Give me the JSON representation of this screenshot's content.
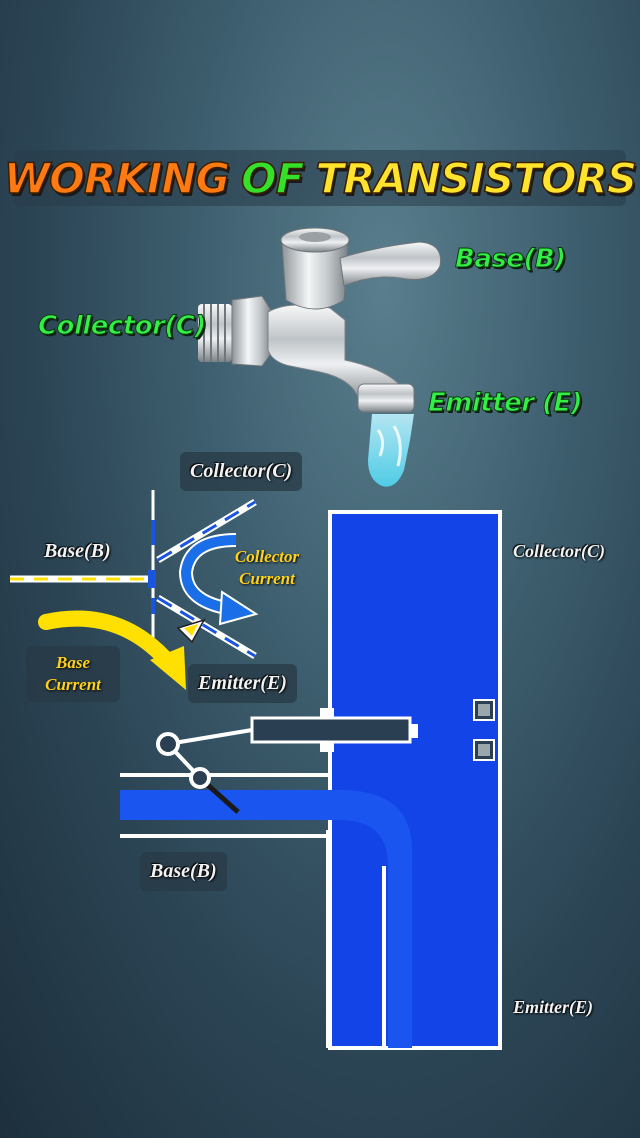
{
  "title": {
    "word1": "WORKING",
    "word2": "OF",
    "word3": "TRANSISTORS"
  },
  "faucet_labels": {
    "base": "Base(B)",
    "collector": "Collector(C)",
    "emitter": "Emitter (E)"
  },
  "symbol_labels": {
    "collector": "Collector(C)",
    "base": "Base(B)",
    "emitter": "Emitter(E)",
    "collector_current": "Collector Current",
    "base_current": "Base Current"
  },
  "pipe_labels": {
    "collector": "Collector(C)",
    "base": "Base(B)",
    "emitter": "Emitter(E)"
  },
  "colors": {
    "water_blue": "#1244e8",
    "arrow_blue": "#1a6ee8",
    "arrow_yellow": "#ffe000",
    "title_orange": "#ff7a12",
    "title_green": "#34e02a",
    "title_yellow": "#ffe32c",
    "label_green": "#33ee45"
  }
}
